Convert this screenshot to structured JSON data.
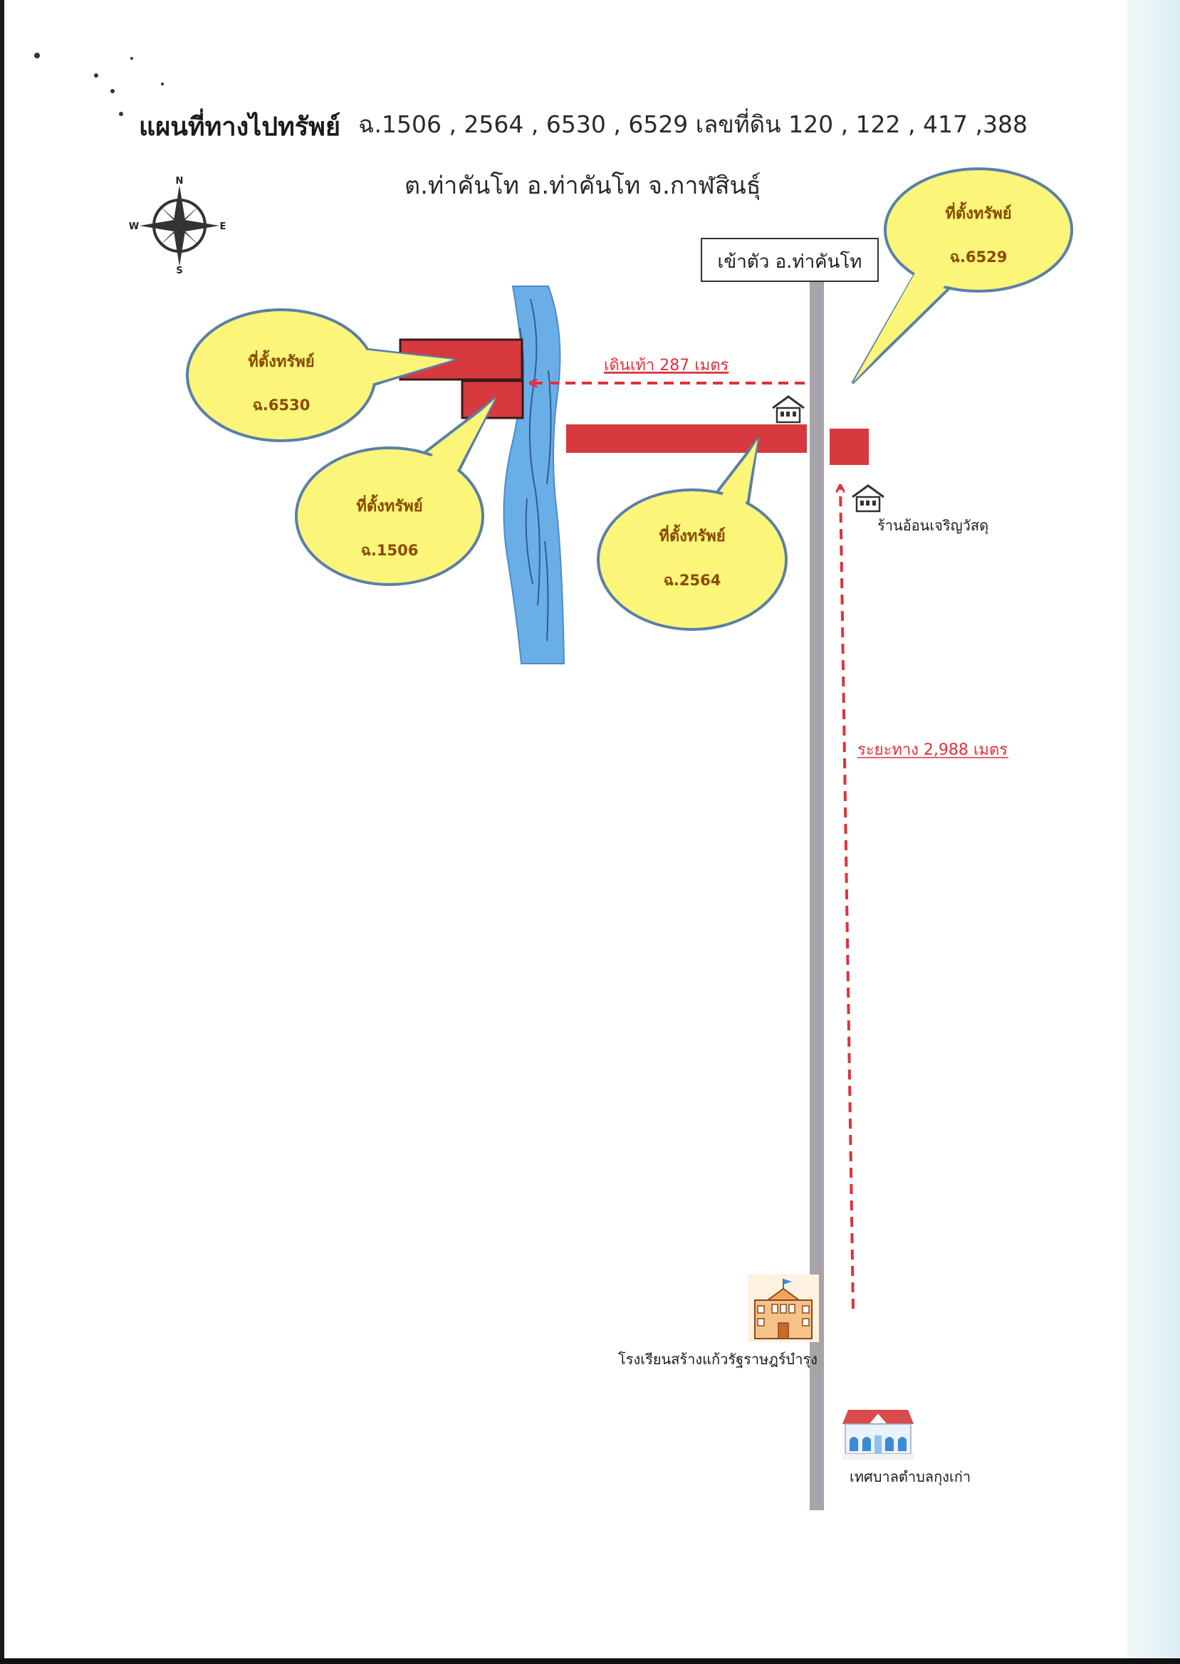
{
  "header": {
    "title_main": "แผนที่ทางไปทรัพย์",
    "title_detail": "ฉ.1506 , 2564 , 6530 , 6529  เลขที่ดิน  120 , 122 , 417 ,388",
    "subtitle": "ต.ท่าคันโท  อ.ท่าคันโท  จ.กาฬสินธุ์"
  },
  "compass": {
    "n": "N",
    "s": "S",
    "e": "E",
    "w": "W"
  },
  "road": {
    "sign": "เข้าตัว อ.ท่าคันโท"
  },
  "callouts": [
    {
      "title": "ที่ตั้งทรัพย์",
      "deed": "ฉ.6530"
    },
    {
      "title": "ที่ตั้งทรัพย์",
      "deed": "ฉ.1506"
    },
    {
      "title": "ที่ตั้งทรัพย์",
      "deed": "ฉ.2564"
    },
    {
      "title": "ที่ตั้งทรัพย์",
      "deed": "ฉ.6529"
    }
  ],
  "routes": {
    "walk": "เดินเท้า 287 เมตร",
    "distance": "ระยะทาง 2,988 เมตร"
  },
  "landmarks": {
    "shop": "ร้านอ้อนเจริญวัสดุ",
    "school": "โรงเรียนสร้างแก้วรัฐราษฎร์บำรุง",
    "municipality": "เทศบาลตำบลกุงเก่า"
  },
  "colors": {
    "parcel": "#d63a3f",
    "callout_fill": "#fbf57a",
    "callout_stroke": "#5b7fa8",
    "river": "#6aaee8",
    "road": "#a8a2aa",
    "route": "#e0313b"
  }
}
